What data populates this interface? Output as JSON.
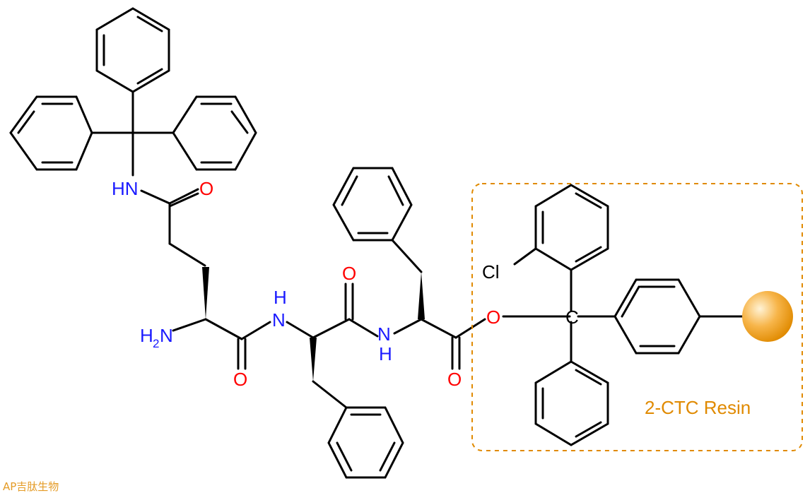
{
  "atoms": {
    "nh_trityl": "HN",
    "o_side": "O",
    "nh_amide1": "N",
    "nh_amide1_h": "H",
    "o_amide1": "O",
    "o_amide2": "O",
    "nh_amide2": "N",
    "nh_amide2_h": "H",
    "o_carbonyl": "O",
    "o_ester": "O",
    "n_terminal": "H",
    "n_terminal_sub": "2",
    "n_terminal_n": "N",
    "chlorine": "Cl",
    "trityl_c": "C"
  },
  "resin": {
    "label": "2-CTC Resin"
  },
  "watermark": {
    "text": "AP吉肽生物"
  },
  "colors": {
    "nitrogen": "#1a1aff",
    "oxygen": "#ff0000",
    "resin": "#e08a00",
    "bead": "#f5a623"
  }
}
